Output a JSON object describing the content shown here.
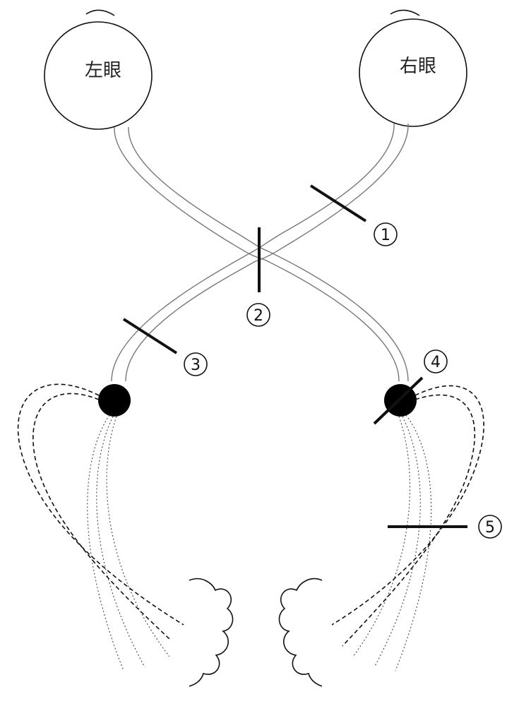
{
  "eyes": {
    "left_label": "左眼",
    "right_label": "右眼"
  },
  "lesion_markers": [
    {
      "id": "1",
      "label": "1"
    },
    {
      "id": "2",
      "label": "2"
    },
    {
      "id": "3",
      "label": "3"
    },
    {
      "id": "4",
      "label": "4"
    },
    {
      "id": "5",
      "label": "5"
    }
  ]
}
